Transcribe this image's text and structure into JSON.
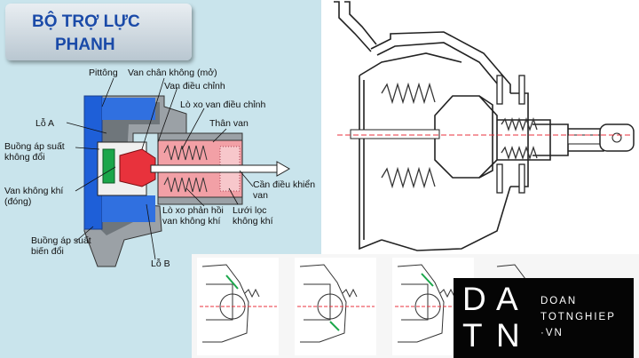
{
  "title": {
    "line1": "BỘ TRỢ LỰC",
    "line2": "PHANH"
  },
  "labels": {
    "piston": "Pittông",
    "vacuum_valve": "Van chân không (mở)",
    "adjust_valve": "Van điều chỉnh",
    "adjust_spring": "Lò xo van điều chỉnh",
    "valve_body": "Thân van",
    "hole_a": "Lỗ A",
    "const_chamber_1": "Buồng áp suất",
    "const_chamber_2": "không đổi",
    "air_valve_1": "Van không khí",
    "air_valve_2": "(đóng)",
    "rod_1": "Cần điều khiển",
    "rod_2": "van",
    "return_spring_1": "Lò xo phản hồi",
    "return_spring_2": "van không khí",
    "filter_1": "Lưới lọc",
    "filter_2": "không khí",
    "var_chamber_1": "Buồng áp suất",
    "var_chamber_2": "biến đổi",
    "hole_b": "Lỗ B"
  },
  "logo": {
    "letter_1": "D",
    "letter_2": "A",
    "letter_3": "T",
    "letter_4": "N",
    "text_1": "DOAN",
    "text_2": "TOTNGHIEP",
    "text_3": "·VN"
  },
  "colors": {
    "panel": "#c9e4ec",
    "title": "#1a4aa8",
    "red": "#e8323c",
    "pink": "#f2a0a6",
    "green": "#1aa64a",
    "blue": "#1e5fd8"
  }
}
